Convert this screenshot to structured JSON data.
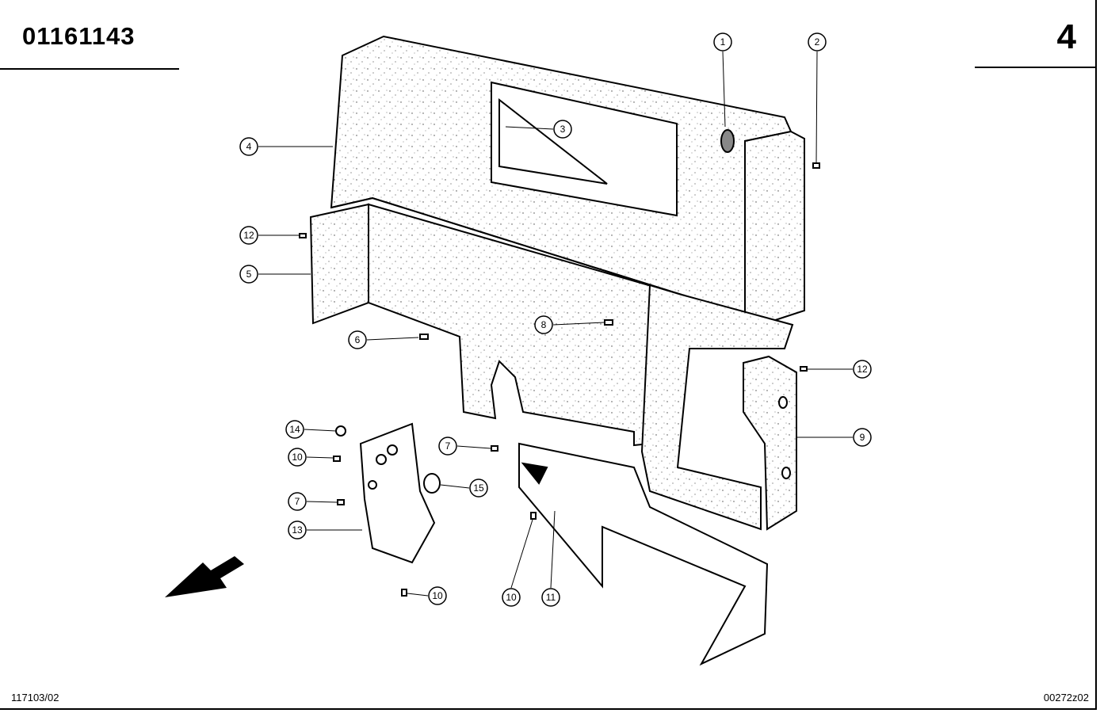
{
  "header": {
    "part_number": "01161143",
    "page_number": "4"
  },
  "footer": {
    "left_code": "117103/02",
    "right_code": "00272z02"
  },
  "callouts": {
    "c1": "1",
    "c2": "2",
    "c3": "3",
    "c4": "4",
    "c5": "5",
    "c6": "6",
    "c7a": "7",
    "c7b": "7",
    "c8": "8",
    "c9": "9",
    "c10a": "10",
    "c10b": "10",
    "c10c": "10",
    "c11": "11",
    "c12a": "12",
    "c12b": "12",
    "c13": "13",
    "c14": "14",
    "c15": "15"
  }
}
